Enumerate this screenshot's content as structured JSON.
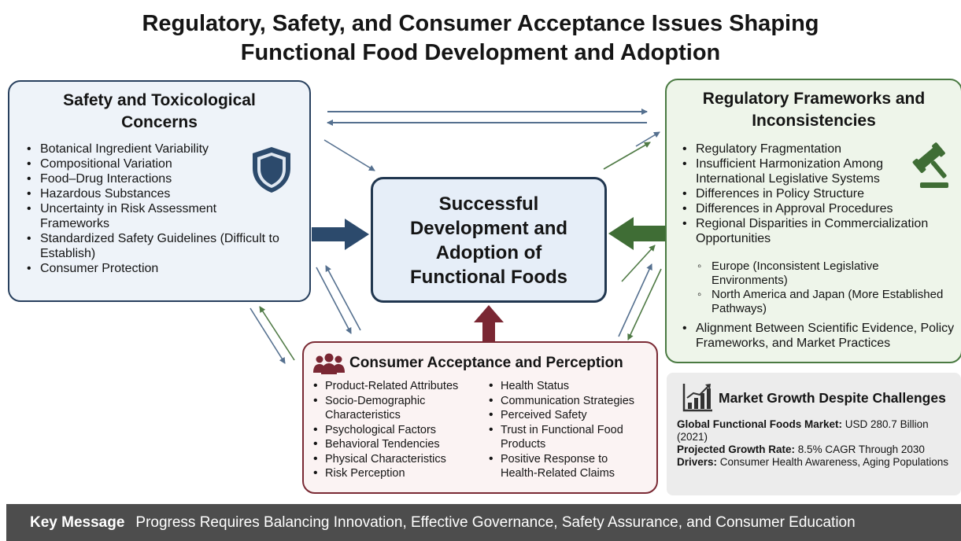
{
  "title": {
    "line1": "Regulatory, Safety, and Consumer Acceptance Issues Shaping",
    "line2": "Functional Food Development and Adoption"
  },
  "safety": {
    "title_line1": "Safety and Toxicological",
    "title_line2": "Concerns",
    "items": [
      "Botanical Ingredient Variability",
      "Compositional Variation",
      "Food–Drug Interactions",
      "Hazardous Substances",
      "Uncertainty in Risk Assessment Frameworks",
      "Standardized Safety Guidelines (Difficult to Establish)",
      "Consumer Protection"
    ],
    "icon": "shield-icon"
  },
  "regulatory": {
    "title_line1": "Regulatory Frameworks and",
    "title_line2": "Inconsistencies",
    "items": [
      "Regulatory Fragmentation",
      "Insufficient Harmonization Among International Legislative Systems",
      "Differences in Policy Structure",
      "Differences in Approval Procedures",
      "Regional Disparities in Commercialization Opportunities"
    ],
    "sub_items": [
      "Europe (Inconsistent Legislative Environments)",
      "North America and Japan (More Established Pathways)"
    ],
    "last_item": "Alignment Between Scientific Evidence, Policy Frameworks, and Market Practices",
    "icon": "gavel-icon"
  },
  "center": {
    "line1": "Successful",
    "line2": "Development and",
    "line3": "Adoption of",
    "line4": "Functional Foods"
  },
  "consumer": {
    "title": "Consumer Acceptance and Perception",
    "icon": "people-icon",
    "col1": [
      "Product-Related Attributes",
      "Socio-Demographic Characteristics",
      "Psychological Factors",
      "Behavioral Tendencies",
      "Physical Characteristics",
      "Risk Perception"
    ],
    "col2": [
      "Health Status",
      "Communication Strategies",
      "Perceived Safety",
      "Trust in Functional Food Products",
      "Positive Response to Health-Related Claims"
    ]
  },
  "market": {
    "title": "Market Growth Despite Challenges",
    "icon": "bar-chart-growth-icon",
    "l1_label": "Global Functional Foods Market:",
    "l1_value": "USD 280.7 Billion (2021)",
    "l2_label": "Projected Growth Rate:",
    "l2_value": "8.5% CAGR Through 2030",
    "l3_label": "Drivers:",
    "l3_value": "Consumer Health Awareness, Aging Populations"
  },
  "key_message": {
    "label": "Key Message",
    "text": "Progress Requires Balancing Innovation, Effective Governance, Safety Assurance, and Consumer Education"
  },
  "colors": {
    "safety_border": "#28405e",
    "regulatory_border": "#4a7a42",
    "consumer_border": "#7a2a34",
    "safety_arrow": "#2c4a6c",
    "regulatory_arrow": "#3f6d35",
    "consumer_arrow": "#7a2733",
    "key_bar": "#4d4d4d"
  }
}
